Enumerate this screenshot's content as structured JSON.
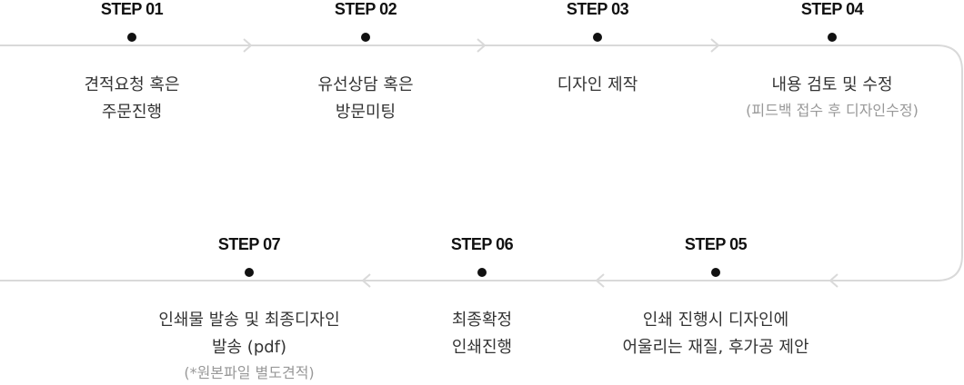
{
  "steps": [
    {
      "title": "STEP 01",
      "lines": [
        "견적요청 혹은",
        "주문진행"
      ],
      "note": ""
    },
    {
      "title": "STEP 02",
      "lines": [
        "유선상담 혹은",
        "방문미팅"
      ],
      "note": ""
    },
    {
      "title": "STEP 03",
      "lines": [
        "디자인 제작"
      ],
      "note": ""
    },
    {
      "title": "STEP 04",
      "lines": [
        "내용 검토 및 수정"
      ],
      "note": "(피드백 접수 후 디자인수정)"
    },
    {
      "title": "STEP 05",
      "lines": [
        "인쇄 진행시 디자인에",
        "어울리는 재질, 후가공 제안"
      ],
      "note": ""
    },
    {
      "title": "STEP 06",
      "lines": [
        "최종확정",
        "인쇄진행"
      ],
      "note": ""
    },
    {
      "title": "STEP 07",
      "lines": [
        "인쇄물 발송 및 최종디자인",
        "발송 (pdf)"
      ],
      "note": "(*원본파일 별도견적)"
    }
  ],
  "colors": {
    "line": "#d9d9d9",
    "dot": "#111111",
    "title": "#111111",
    "text": "#333333",
    "note": "#999999"
  },
  "icons": {
    "arrow": "chevron-arrow"
  }
}
